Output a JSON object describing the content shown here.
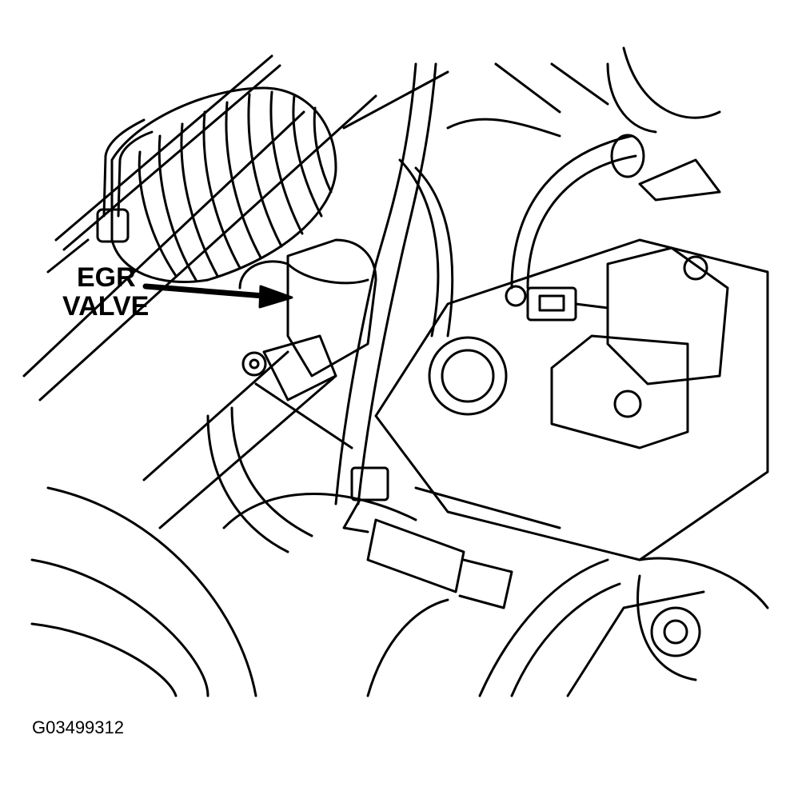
{
  "callout": {
    "line1": "EGR",
    "line2": "VALVE"
  },
  "figure_id": "G03499312",
  "colors": {
    "ink": "#000000",
    "paper": "#ffffff"
  }
}
